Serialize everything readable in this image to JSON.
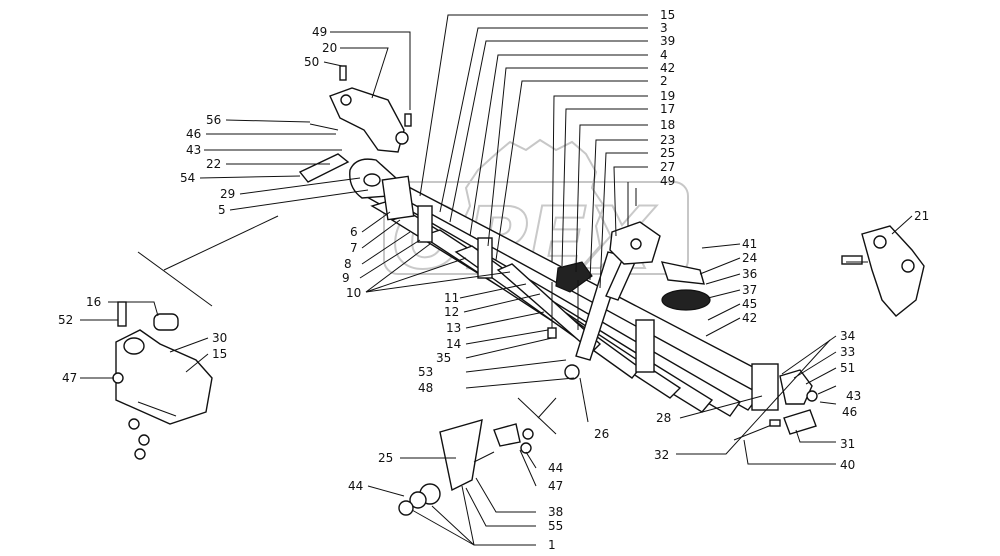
{
  "watermark": "OPEX",
  "callouts": {
    "c_15a": "15",
    "c_3": "3",
    "c_39": "39",
    "c_4": "4",
    "c_42a": "42",
    "c_2": "2",
    "c_19": "19",
    "c_17": "17",
    "c_18": "18",
    "c_23": "23",
    "c_25a": "25",
    "c_27": "27",
    "c_49b": "49",
    "c_49a": "49",
    "c_20": "20",
    "c_50": "50",
    "c_56": "56",
    "c_46a": "46",
    "c_43a": "43",
    "c_22": "22",
    "c_54": "54",
    "c_29": "29",
    "c_5": "5",
    "c_6": "6",
    "c_7": "7",
    "c_8": "8",
    "c_9": "9",
    "c_10": "10",
    "c_11": "11",
    "c_12": "12",
    "c_13": "13",
    "c_14": "14",
    "c_35": "35",
    "c_53": "53",
    "c_48": "48",
    "c_21": "21",
    "c_41": "41",
    "c_24": "24",
    "c_36": "36",
    "c_37": "37",
    "c_45": "45",
    "c_42b": "42",
    "c_34": "34",
    "c_33": "33",
    "c_51": "51",
    "c_43b": "43",
    "c_46b": "46",
    "c_31": "31",
    "c_40": "40",
    "c_28": "28",
    "c_32": "32",
    "c_26": "26",
    "c_16": "16",
    "c_52": "52",
    "c_30": "30",
    "c_15b": "15",
    "c_47a": "47",
    "c_25b": "25",
    "c_44a": "44",
    "c_47b": "47",
    "c_44b": "44",
    "c_38": "38",
    "c_55": "55",
    "c_1": "1"
  }
}
